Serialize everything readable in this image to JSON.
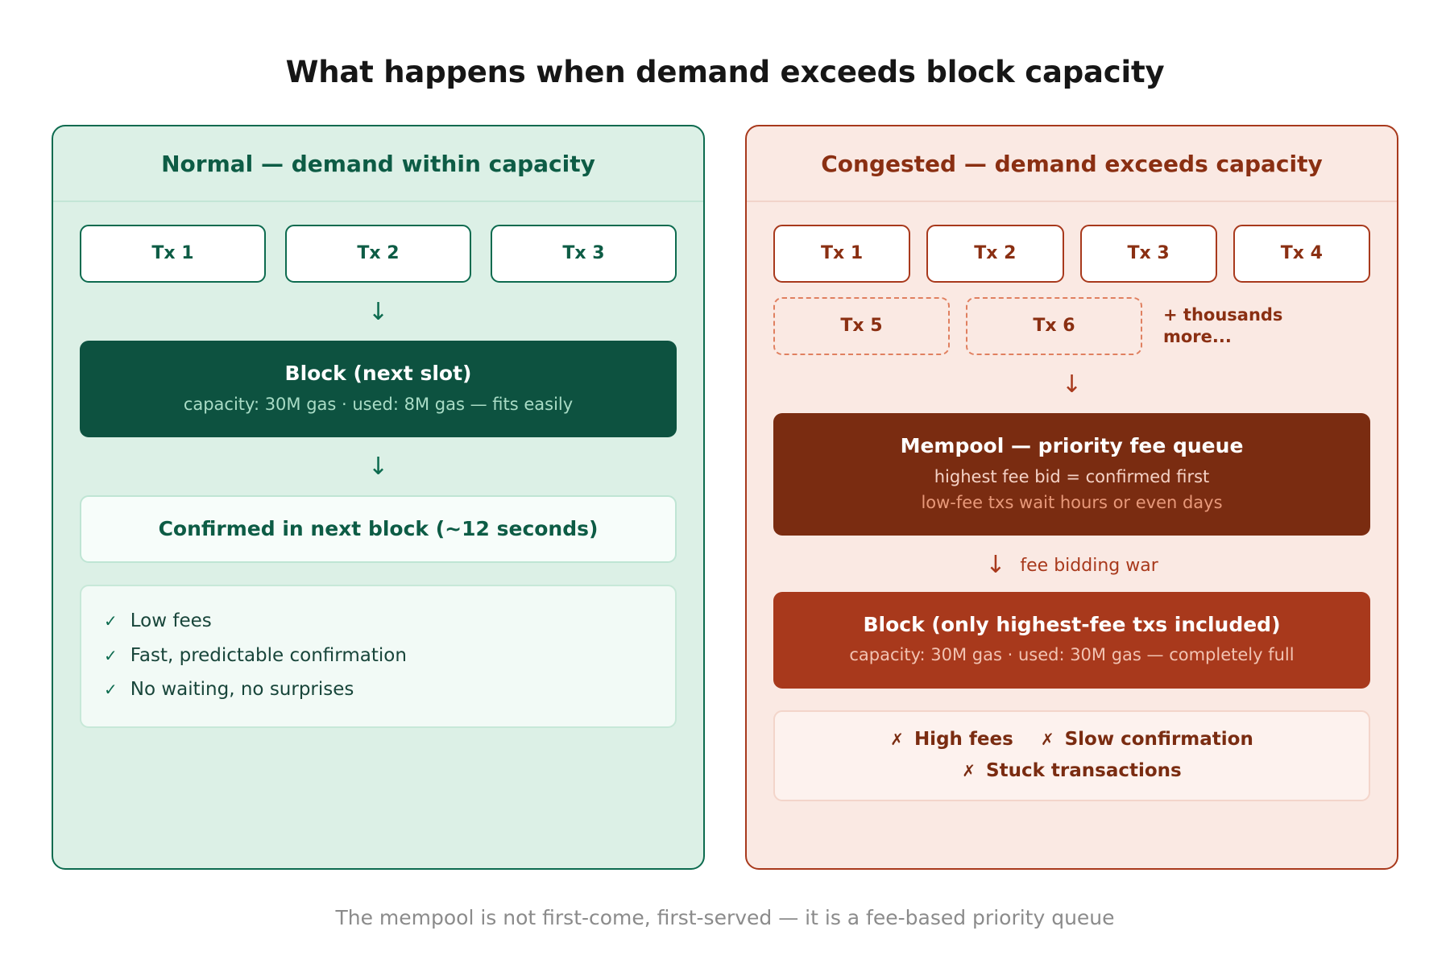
{
  "title": "What happens when demand exceeds block capacity",
  "footer": "The mempool is not first-come, first-served — it is a fee-based priority queue",
  "colors": {
    "green_accent": "#0d6b4f",
    "green_dark": "#0d5240",
    "green_panel_bg": "#dcf0e6",
    "red_accent": "#a8391c",
    "brown_dark": "#7a2c11",
    "red_panel_bg": "#fae9e3",
    "footer_gray": "#8b8b8b"
  },
  "normal": {
    "header": "Normal — demand within capacity",
    "transactions": [
      "Tx 1",
      "Tx 2",
      "Tx 3"
    ],
    "arrow1": "↓",
    "block": {
      "title": "Block (next slot)",
      "subtitle": "capacity: 30M gas · used: 8M gas — fits easily"
    },
    "arrow2": "↓",
    "outcome": "Confirmed in next block (~12 seconds)",
    "benefits": [
      {
        "mark": "✓",
        "label": "Low fees"
      },
      {
        "mark": "✓",
        "label": "Fast, predictable confirmation"
      },
      {
        "mark": "✓",
        "label": "No waiting, no surprises"
      }
    ]
  },
  "congested": {
    "header": "Congested — demand exceeds capacity",
    "transactions": [
      "Tx 1",
      "Tx 2",
      "Tx 3",
      "Tx 4"
    ],
    "pending_transactions": [
      "Tx 5",
      "Tx 6"
    ],
    "more_label": "+ thousands more...",
    "arrow1": "↓",
    "mempool": {
      "title": "Mempool — priority fee queue",
      "subtitle1": "highest fee bid = confirmed first",
      "subtitle2": "low-fee txs wait hours or even days"
    },
    "arrow2": "↓",
    "arrow2_label": "fee bidding war",
    "block": {
      "title": "Block (only highest-fee txs included)",
      "subtitle": "capacity: 30M gas · used: 30M gas — completely full"
    },
    "drawbacks": [
      {
        "mark": "✗",
        "label": "High fees"
      },
      {
        "mark": "✗",
        "label": "Slow confirmation"
      },
      {
        "mark": "✗",
        "label": "Stuck transactions"
      }
    ]
  }
}
